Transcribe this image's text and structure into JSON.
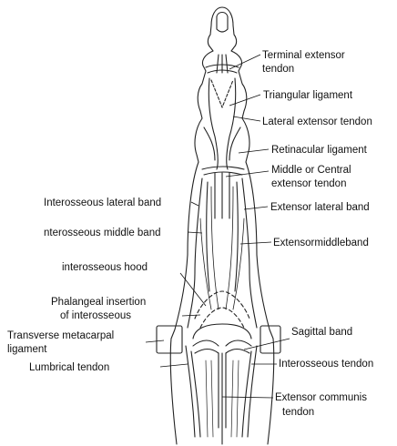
{
  "diagram": {
    "labels": {
      "terminal_extensor_line1": "Terminal extensor",
      "terminal_extensor_line2": "tendon",
      "triangular_ligament": "Triangular ligament",
      "lateral_extensor_tendon": "Lateral extensor tendon",
      "retinacular_ligament": "Retinacular ligament",
      "middle_central_line1": "Middle or Central",
      "middle_central_line2": "extensor tendon",
      "interosseous_lateral_band": "Interosseous lateral band",
      "extensor_lateral_band": "Extensor lateral band",
      "interosseous_middle_band": "nterosseous middle band",
      "extensor_middle_band": "Extensormiddleband",
      "interosseous_hood": "interosseous hood",
      "phalangeal_insertion_line1": "Phalangeal insertion",
      "phalangeal_insertion_line2": "of interosseous",
      "transverse_metacarpal_line1": "Transverse metacarpal",
      "transverse_metacarpal_line2": "ligament",
      "sagittal_band": "Sagittal band",
      "lumbrical_tendon": "Lumbrical tendon",
      "interosseous_tendon": "Interosseous tendon",
      "extensor_communis_line1": "Extensor communis",
      "extensor_communis_line2": "tendon"
    },
    "colors": {
      "ink": "#111111",
      "paper": "#ffffff"
    }
  }
}
